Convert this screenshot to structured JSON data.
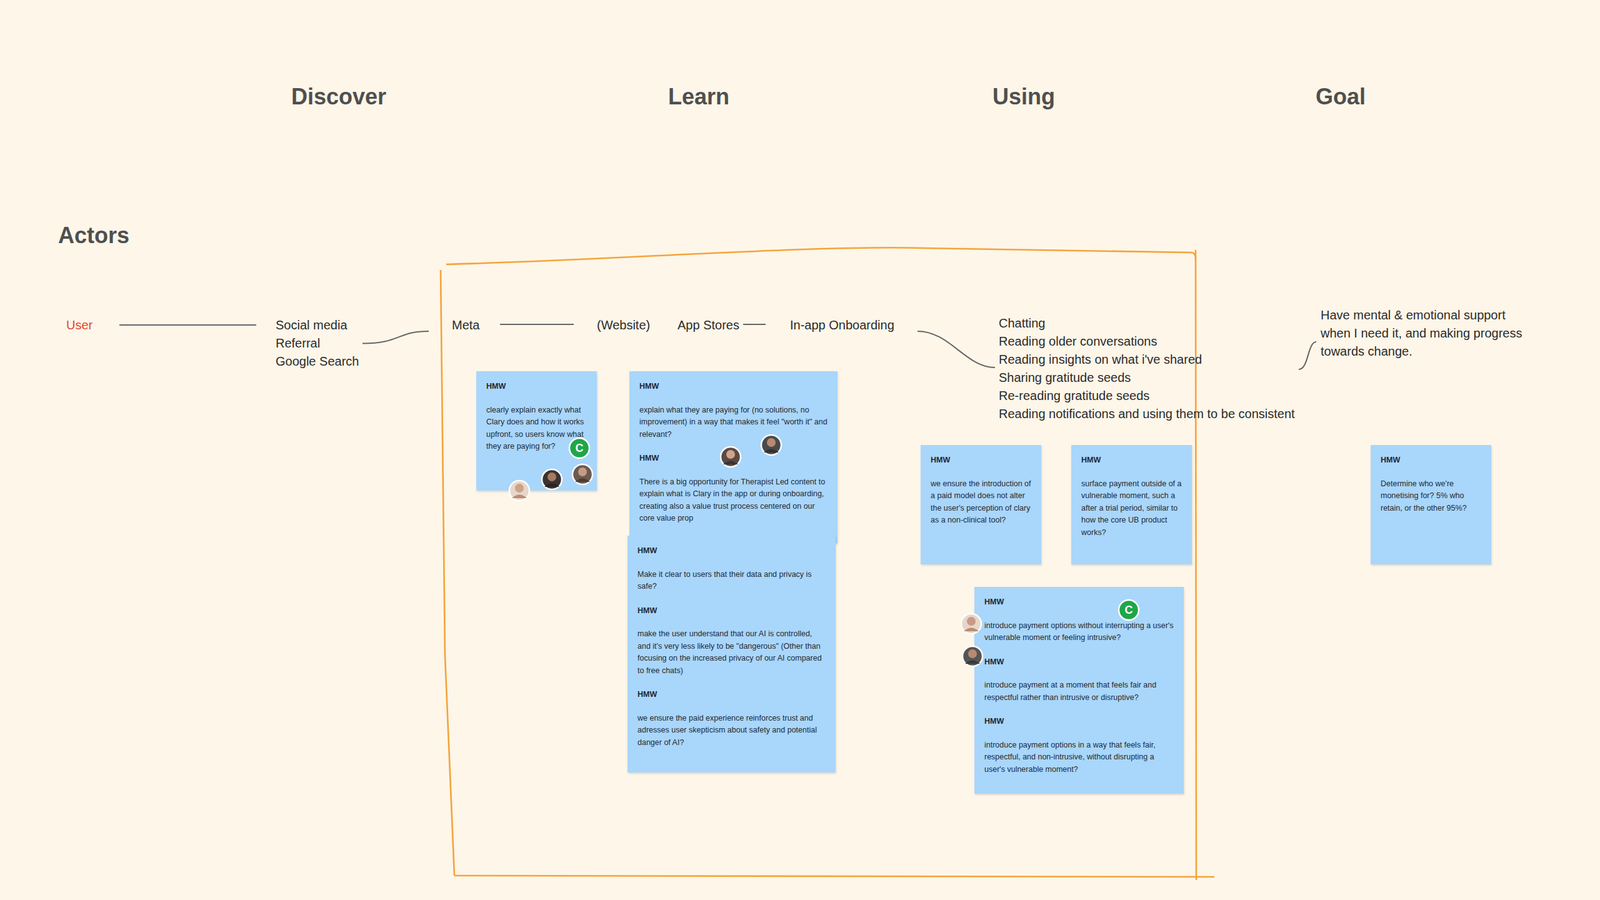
{
  "diagram": {
    "nodes": [
      {
        "text": [
          "User"
        ]
      },
      {
        "text": [
          "Social media",
          "Referral",
          "Google Search"
        ]
      },
      {
        "text": [
          "Meta"
        ]
      },
      {
        "text": [
          "(Website)"
        ]
      },
      {
        "text": [
          "App Stores"
        ]
      },
      {
        "text": [
          "In-app Onboarding"
        ]
      },
      {
        "text": [
          "Chatting",
          "Reading older conversations",
          "Reading insights on what i've shared",
          "Sharing gratitude seeds",
          "Re-reading gratitude seeds",
          "Reading notifications and using them to be consistent"
        ]
      },
      {
        "text": [
          "Have mental & emotional support when I need it, and making progress towards change."
        ]
      },
      {
        "text": [
          "HMW",
          "clearly explain exactly what Clary does and how it works upfront, so users know what they are paying for?"
        ]
      },
      {
        "text": [
          "HMW",
          "explain what they are paying for (no solutions, no improvement) in a way that makes it feel \"worth it\" and relevant?",
          "HMW",
          "There is a big opportunity for Therapist Led content to explain what is Clary in the app or during onboarding, creating also a value trust process centered on our core value prop"
        ]
      },
      {
        "text": [
          "HMW",
          "Make it clear to users that their data and privacy is safe?",
          "HMW",
          "make the user understand that our AI is controlled, and it's very less likely to be \"dangerous\" (Other than focusing on the increased privacy of our AI compared to free chats)",
          "HMW",
          "we ensure the paid experience reinforces trust and adresses user skepticism about safety and potential danger of AI?"
        ]
      },
      {
        "text": [
          "HMW",
          "we ensure the introduction of a paid model does not alter the user's perception of clary as a non-clinical tool?"
        ]
      },
      {
        "text": [
          "HMW",
          "surface payment outside of a vulnerable moment, such a after a trial period, similar to how the core UB product works?"
        ]
      },
      {
        "text": [
          "HMW",
          "introduce payment options without interrupting a user's vulnerable moment or feeling intrusive?",
          "HMW",
          "introduce payment at a moment that feels fair and respectful rather than intrusive or disruptive?",
          "HMW",
          "introduce payment options in a way that feels fair, respectful, and non-intrusive, without disrupting a user's vulnerable moment?"
        ]
      },
      {
        "text": [
          "HMW",
          "Determine who we're monetising for? 5% who retain, or the other 95%?"
        ]
      }
    ],
    "edges": [
      {
        "from": 0,
        "to": 1,
        "arrow": "none"
      },
      {
        "from": 1,
        "to": 2,
        "arrow": "none"
      },
      {
        "from": 2,
        "to": 3,
        "arrow": "none"
      },
      {
        "from": 4,
        "to": 5,
        "arrow": "none"
      },
      {
        "from": 5,
        "to": 6,
        "arrow": "none"
      },
      {
        "from": 6,
        "to": 7,
        "arrow": "none"
      }
    ],
    "labels": [
      "Discover",
      "Learn",
      "Using",
      "Goal",
      "Actors",
      "C",
      "C"
    ]
  }
}
